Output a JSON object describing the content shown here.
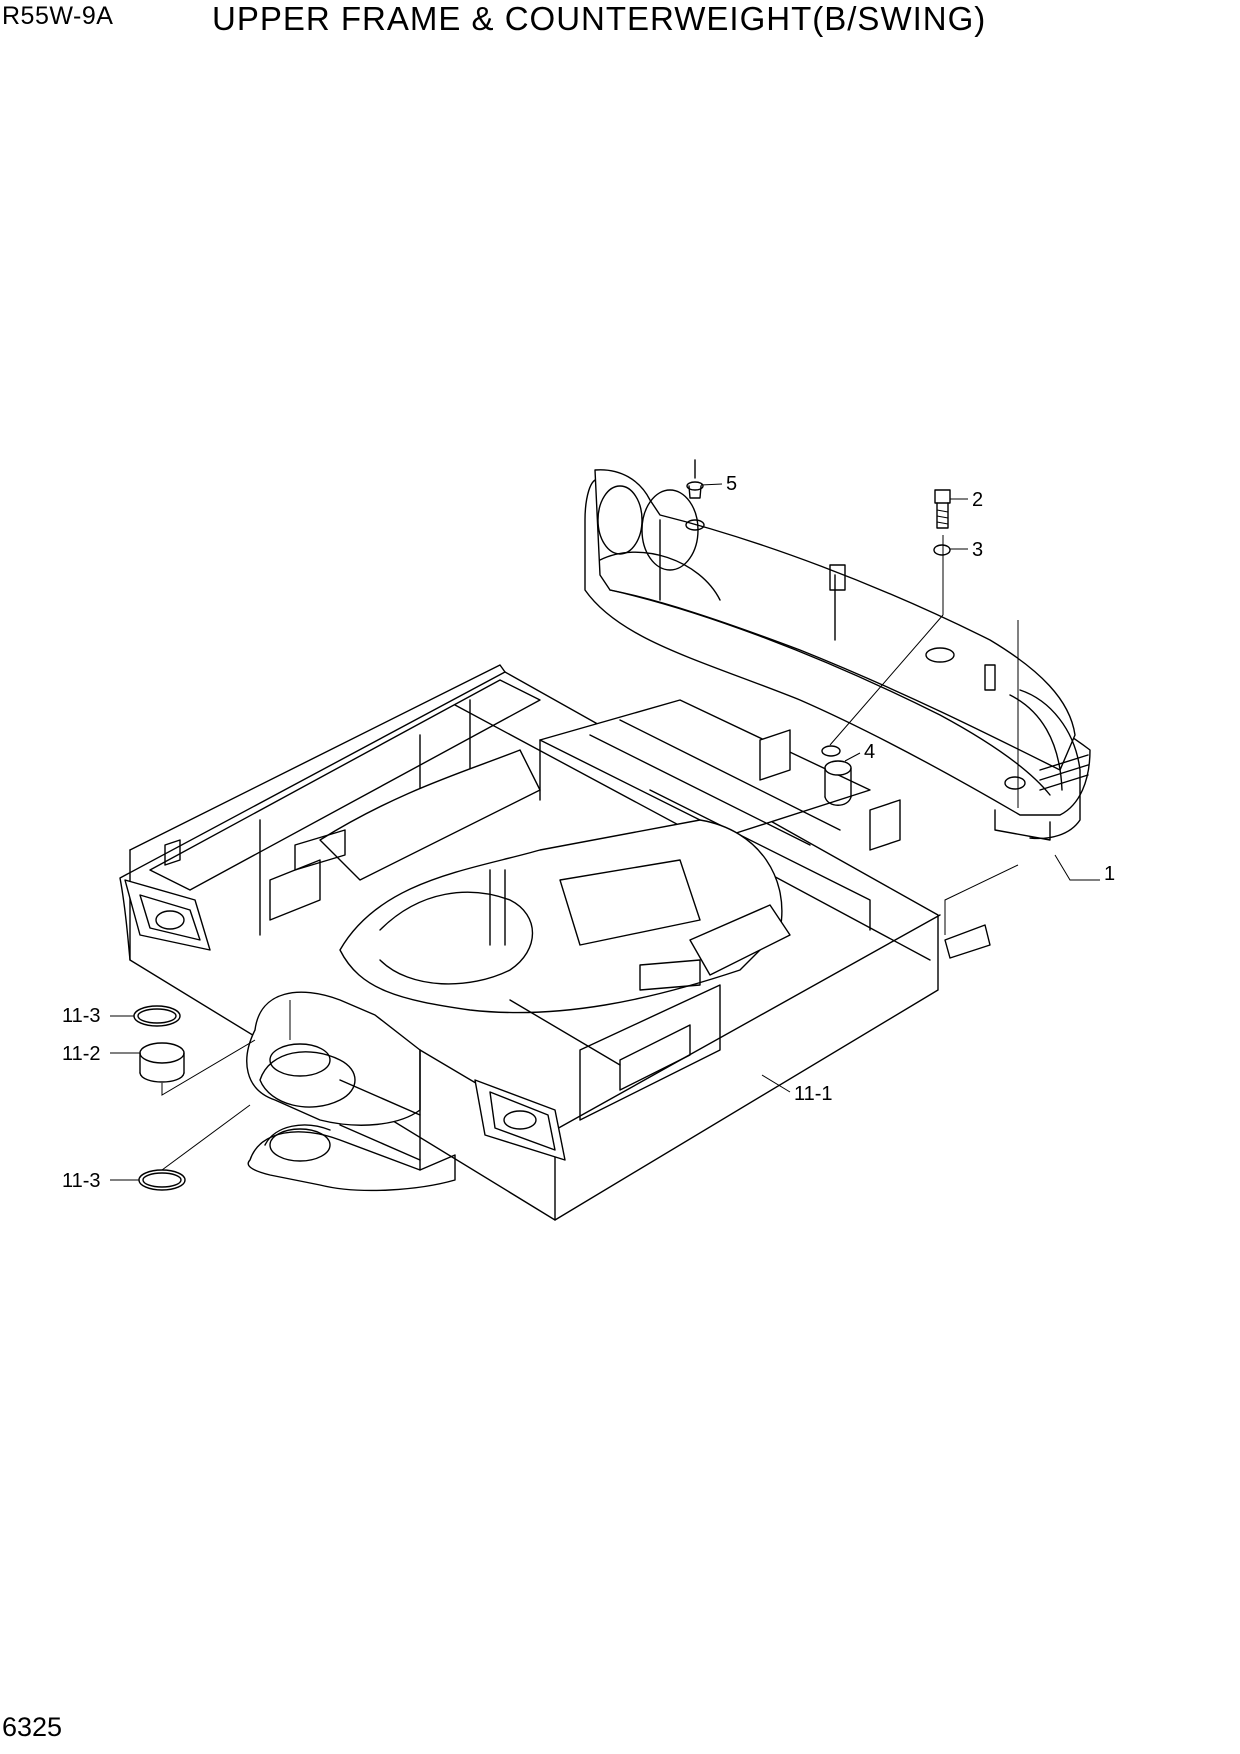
{
  "header": {
    "model": "R55W-9A",
    "title": "UPPER FRAME & COUNTERWEIGHT(B/SWING)"
  },
  "footer": {
    "page_number": "6325"
  },
  "callouts": {
    "c1": "1",
    "c2": "2",
    "c3": "3",
    "c4": "4",
    "c5": "5",
    "c11_1": "11-1",
    "c11_2": "11-2",
    "c11_3_top": "11-3",
    "c11_3_bottom": "11-3"
  }
}
